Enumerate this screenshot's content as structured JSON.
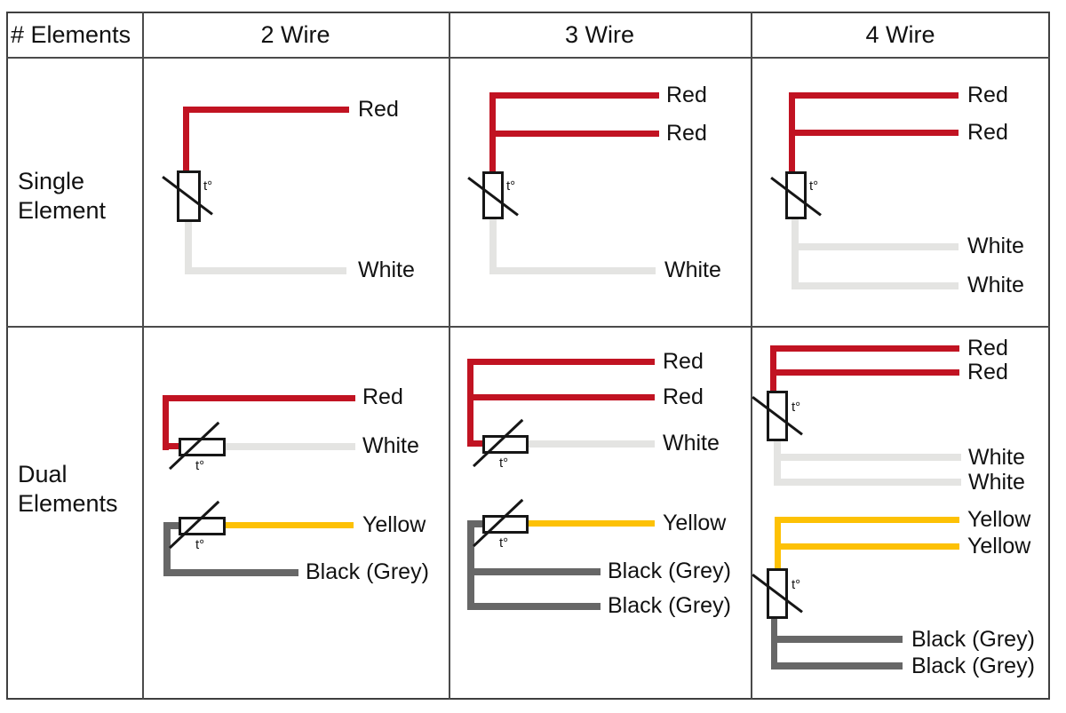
{
  "header": {
    "elements": "# Elements",
    "wire2": "2 Wire",
    "wire3": "3 Wire",
    "wire4": "4 Wire"
  },
  "rows": {
    "single": {
      "line1": "Single",
      "line2": "Element"
    },
    "dual": {
      "line1": "Dual",
      "line2": "Elements"
    }
  },
  "rtd": {
    "label": "t°"
  },
  "colors": {
    "red": "#c11322",
    "white": "#e4e4e2",
    "yellow": "#fdc105",
    "grey": "#676767"
  },
  "cells": {
    "single_2wire": {
      "labels": [
        "Red",
        "White"
      ]
    },
    "single_3wire": {
      "labels": [
        "Red",
        "Red",
        "White"
      ]
    },
    "single_4wire": {
      "labels": [
        "Red",
        "Red",
        "White",
        "White"
      ]
    },
    "dual_2wire": {
      "labels": [
        "Red",
        "White",
        "Yellow",
        "Black (Grey)"
      ]
    },
    "dual_3wire": {
      "labels": [
        "Red",
        "Red",
        "White",
        "Yellow",
        "Black (Grey)",
        "Black (Grey)"
      ]
    },
    "dual_4wire": {
      "labels": [
        "Red",
        "Red",
        "White",
        "White",
        "Yellow",
        "Yellow",
        "Black (Grey)",
        "Black (Grey)"
      ]
    }
  }
}
